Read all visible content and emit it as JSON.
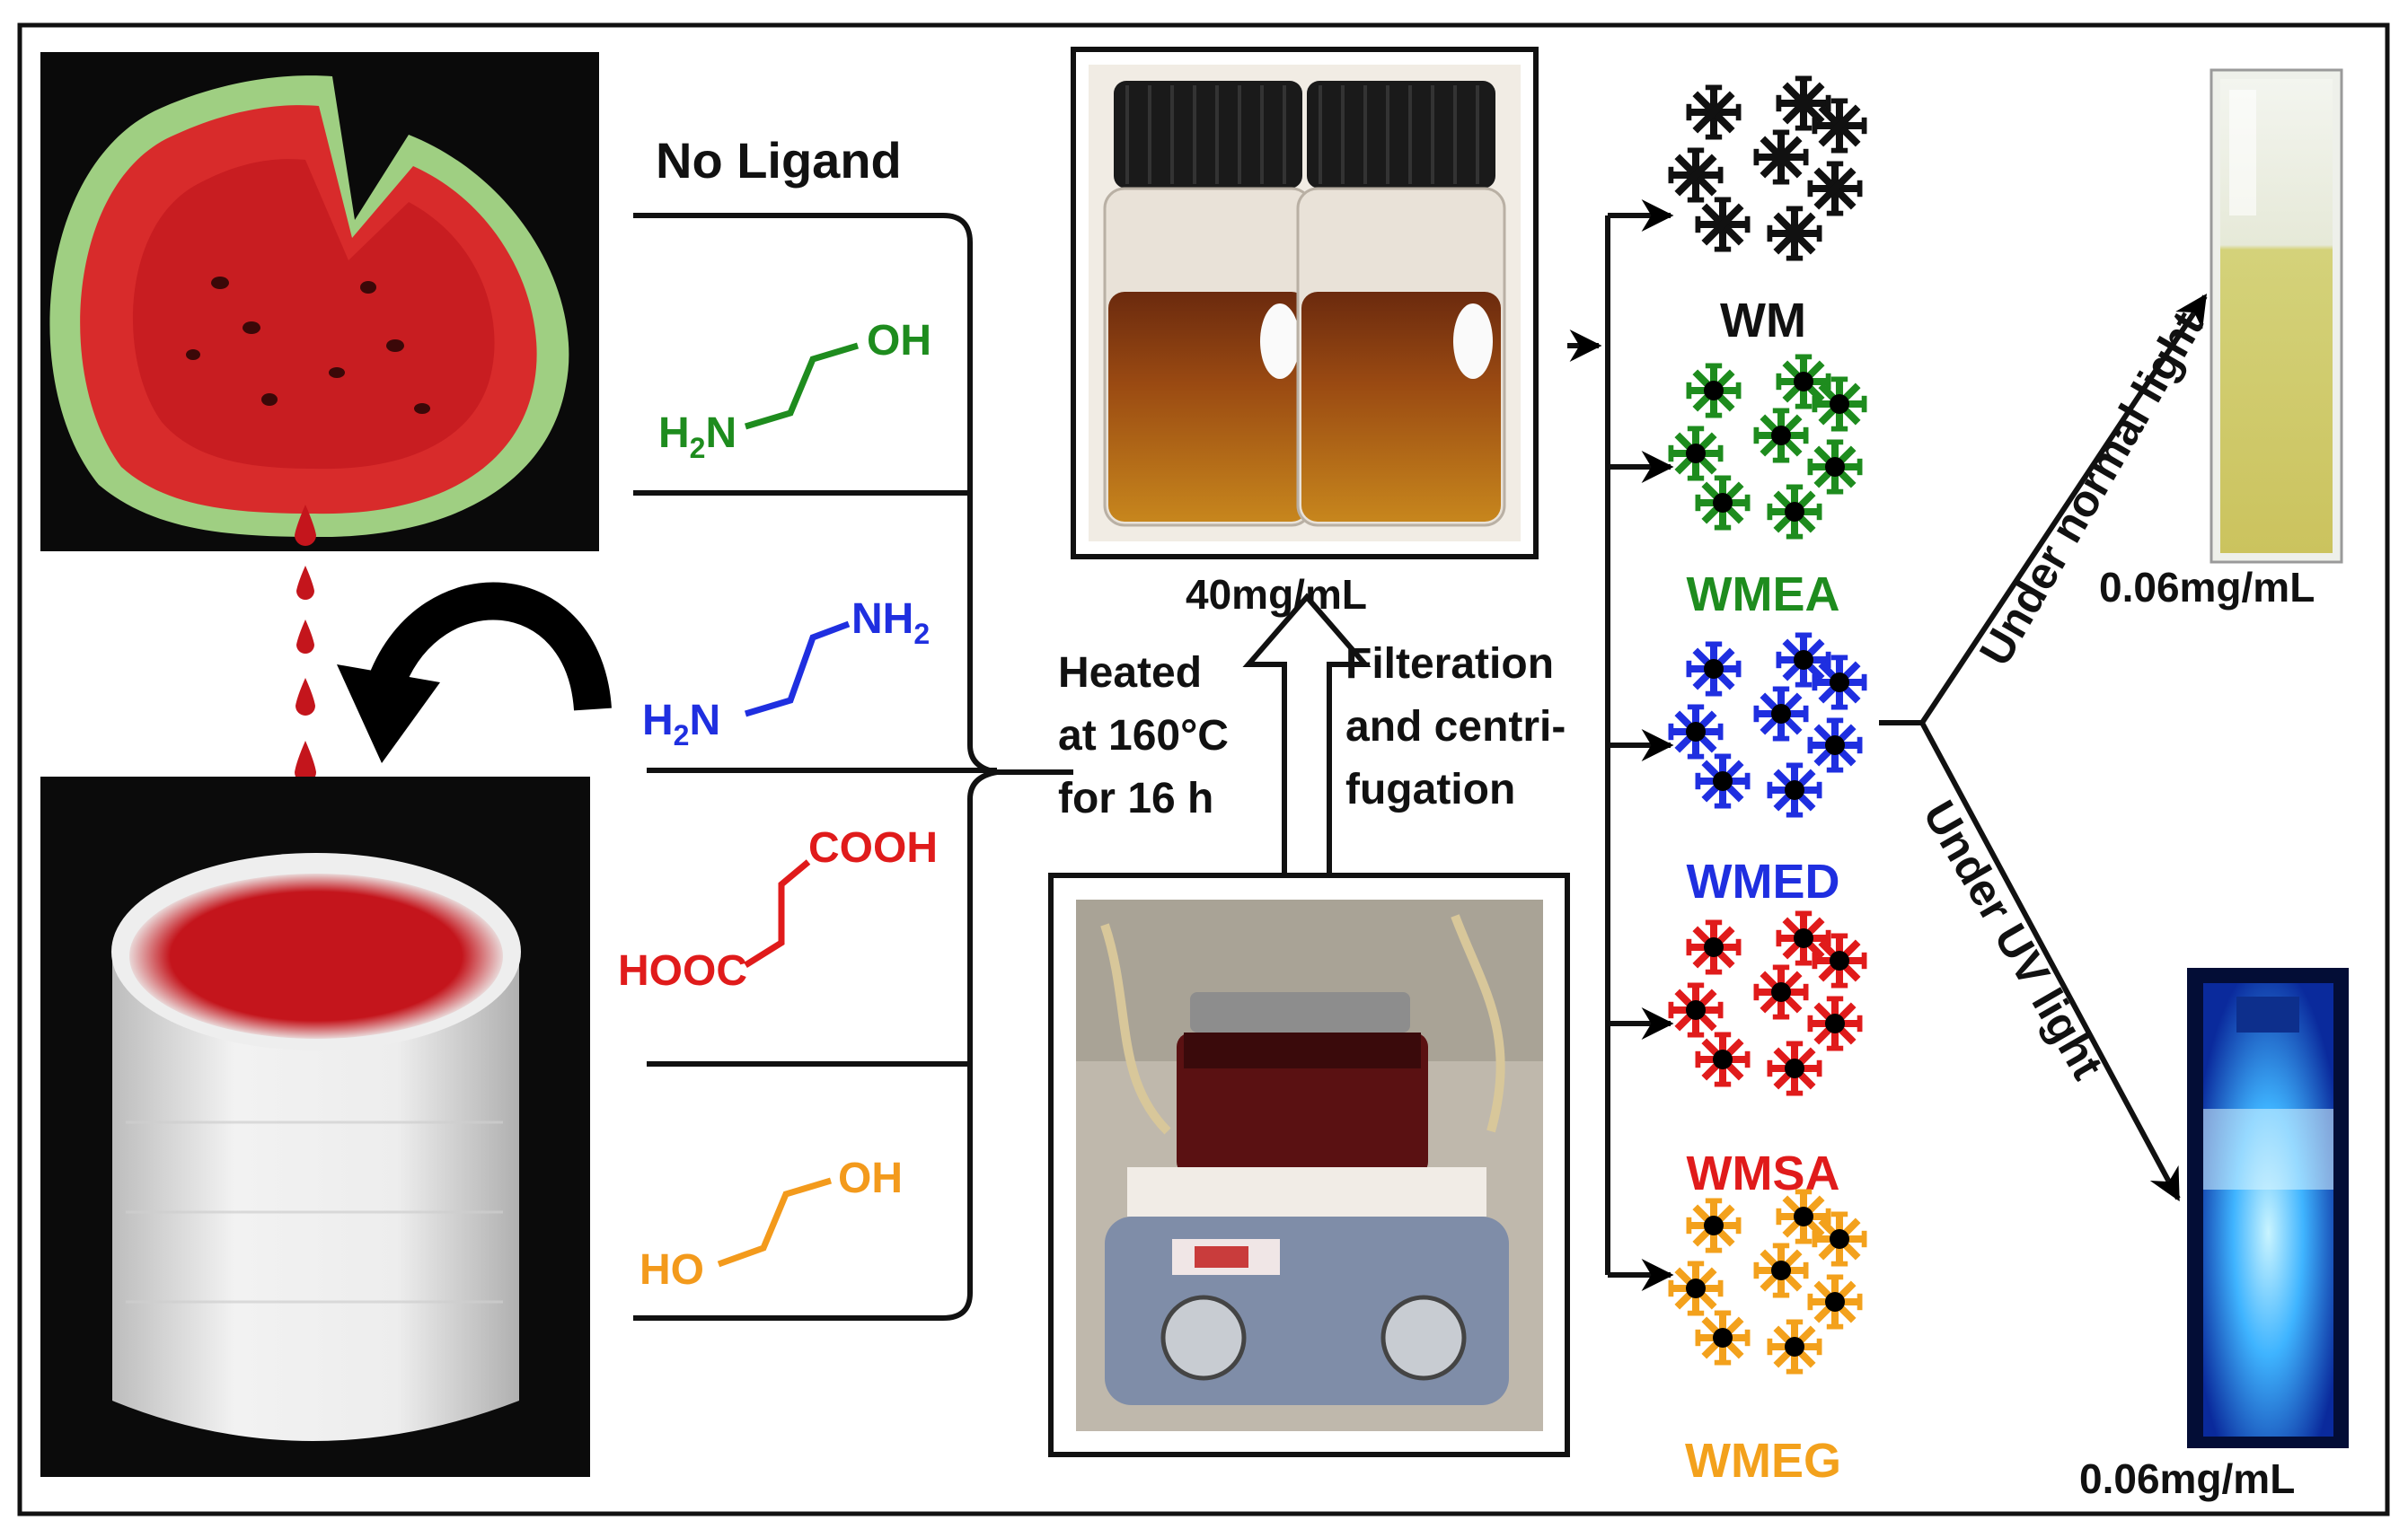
{
  "ligands": {
    "none": "No Ligand",
    "ethanolamine": {
      "oh": "OH",
      "h2n": "H",
      "h2n_sub": "2",
      "h2n_n": "N"
    },
    "ethylenediamine": {
      "nh2": "NH",
      "nh2_sub": "2",
      "h2n": "H",
      "h2n_sub": "2",
      "h2n_n": "N"
    },
    "succinic_acid": {
      "cooh": "COOH",
      "hooc": "HOOC"
    },
    "ethylene_glycol": {
      "oh": "OH",
      "ho": "HO"
    }
  },
  "process": {
    "heated": [
      "Heated",
      "at 160°C",
      "for 16 h"
    ],
    "filtration": [
      "Filteration",
      "and centri-",
      "fugation"
    ],
    "concentration_top": "40mg/mL"
  },
  "products": [
    {
      "label": "WM",
      "color": "#111111"
    },
    {
      "label": "WMEA",
      "color": "#1e8c1e"
    },
    {
      "label": "WMED",
      "color": "#1f2fe0"
    },
    {
      "label": "WMSA",
      "color": "#e01b1b"
    },
    {
      "label": "WMEG",
      "color": "#f3a11c"
    }
  ],
  "lighting": {
    "normal": "Under normal light",
    "uv": "Under UV light",
    "conc_normal": "0.06mg/mL",
    "conc_uv": "0.06mg/mL"
  },
  "colors": {
    "ethanolamine": "#1e8c1e",
    "ethylenediamine": "#1f2fe0",
    "succinic_acid": "#e01b1b",
    "ethylene_glycol": "#f39a1c",
    "juice": "#c4151c"
  }
}
